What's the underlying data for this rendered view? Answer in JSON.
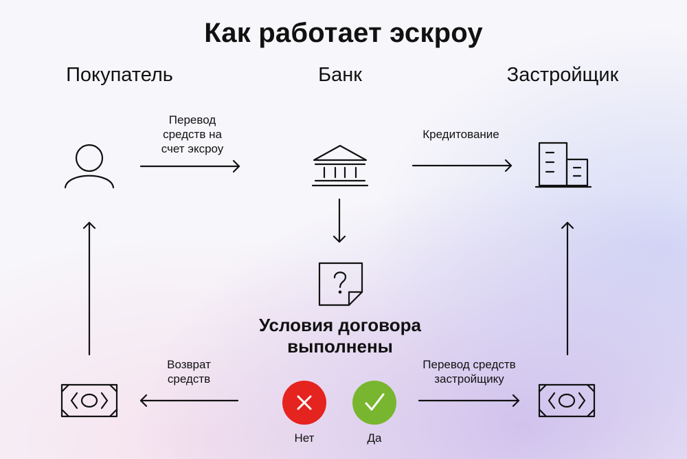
{
  "title": "Как работает эскроу",
  "actors": {
    "buyer": "Покупатель",
    "bank": "Банк",
    "developer": "Застройщик"
  },
  "flows": {
    "to_escrow_line1": "Перевод",
    "to_escrow_line2": "средств на",
    "to_escrow_line3": "счет эксроу",
    "credit": "Кредитование",
    "refund_line1": "Возврат",
    "refund_line2": "средств",
    "to_developer_line1": "Перевод средств",
    "to_developer_line2": "застройщику"
  },
  "condition": {
    "line1": "Условия договора",
    "line2": "выполнены"
  },
  "answers": {
    "no": "Нет",
    "yes": "Да"
  },
  "colors": {
    "no": "#e5231f",
    "yes": "#79b62f",
    "ink": "#111111"
  },
  "icons": [
    "user-icon",
    "bank-icon",
    "buildings-icon",
    "document-question-icon",
    "money-icon",
    "close-icon",
    "check-icon"
  ]
}
